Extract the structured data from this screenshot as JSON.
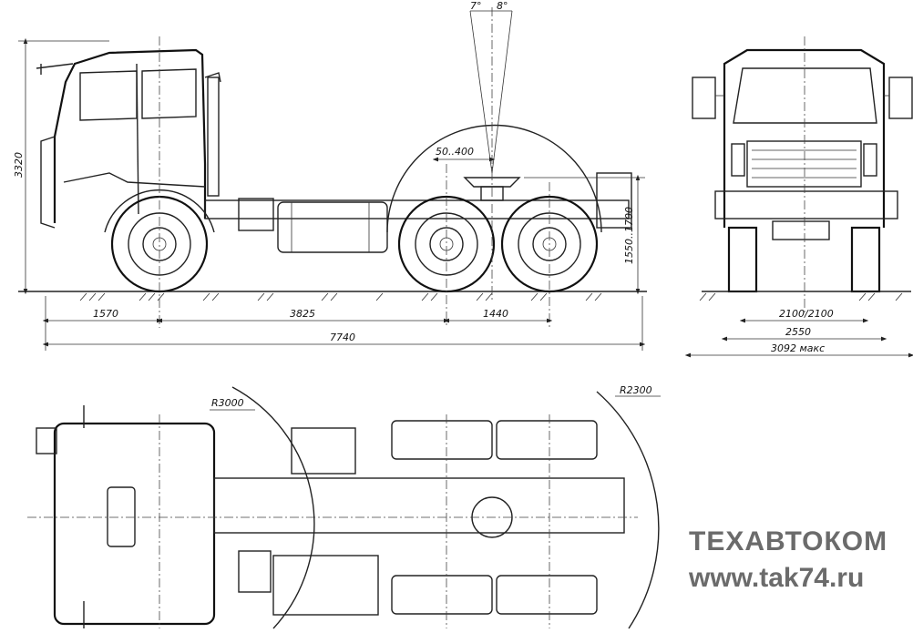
{
  "side_view": {
    "height_label": "3320",
    "front_overhang": "1570",
    "wheelbase": "3825",
    "rear_spacing": "1440",
    "overall_length": "7740",
    "coupling_offset": "50..400",
    "coupling_height": "1550..1700",
    "tilt_forward": "7°",
    "tilt_back": "8°"
  },
  "front_view": {
    "track": "2100/2100",
    "width": "2550",
    "max_width": "3092 макс"
  },
  "top_view": {
    "radius_front": "R3000",
    "radius_rear": "R2300"
  },
  "watermark": {
    "company": "ТЕХАВТОКОМ",
    "website": "www.tak74.ru"
  },
  "colors": {
    "line": "#222222",
    "watermark": "#6b6b6b",
    "background": "#ffffff"
  }
}
